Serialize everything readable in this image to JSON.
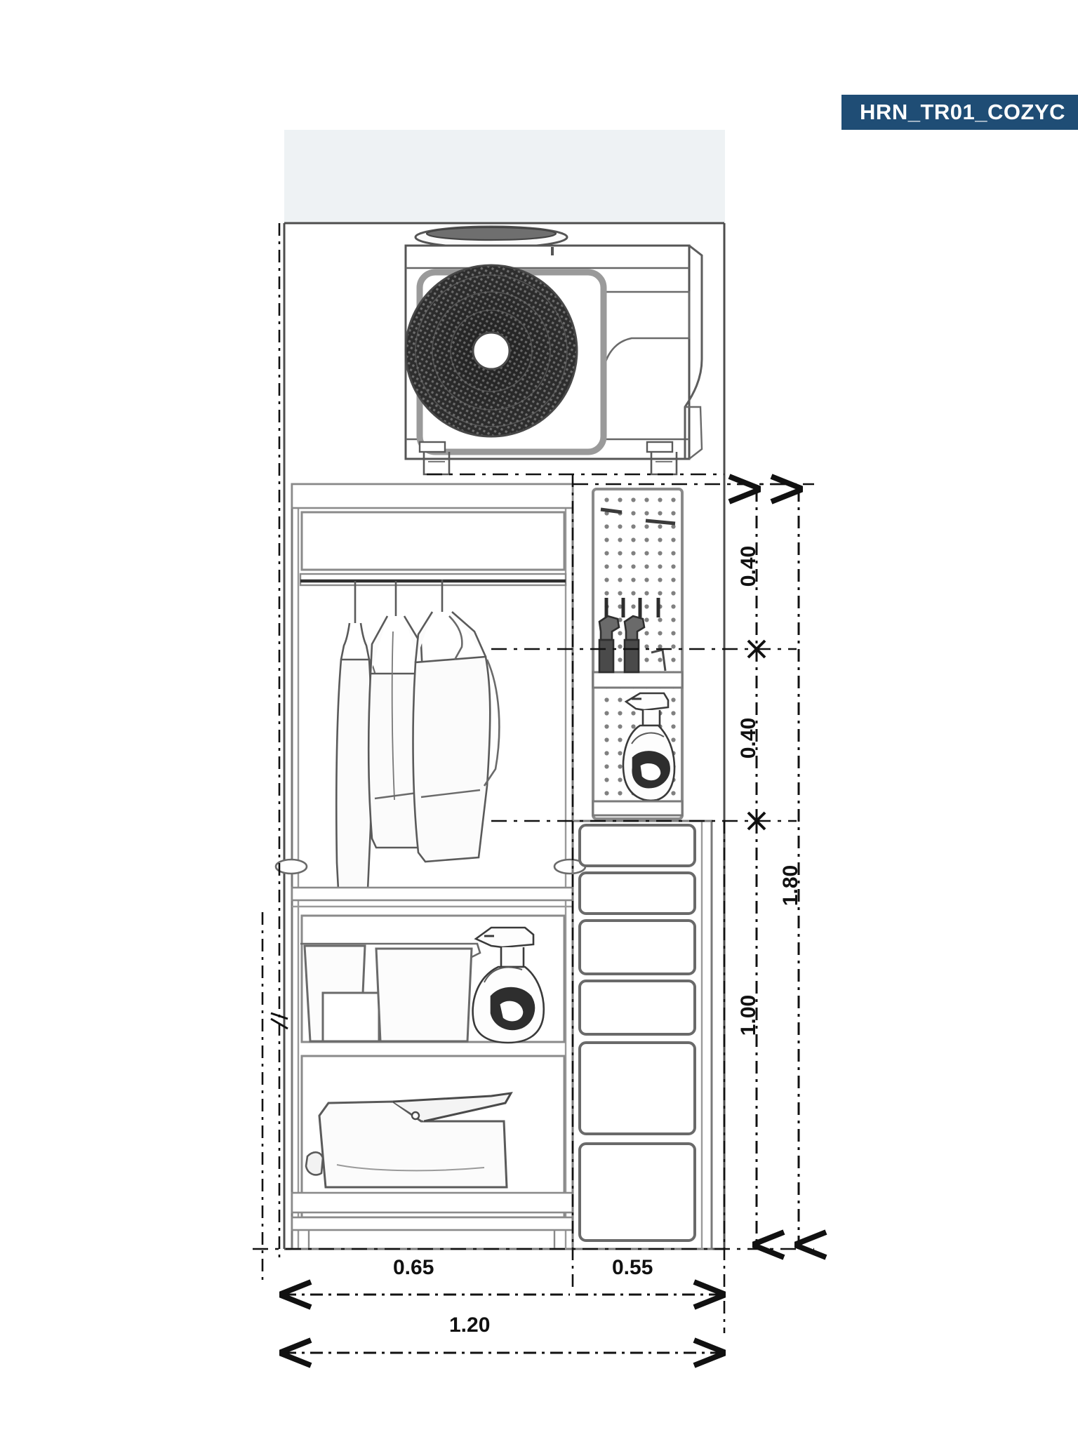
{
  "drawing": {
    "title_tag": "HRN_TR01_COZYC",
    "type": "elevation-section",
    "units": "m",
    "colors": {
      "badge_bg": "#1f4d75",
      "badge_text": "#ffffff",
      "ceiling_band": "#eef2f4",
      "line": "#6e6e6e",
      "dim_line": "#111111",
      "paper": "#ffffff"
    }
  },
  "dimensions": {
    "vertical": [
      {
        "id": "upper-0-40",
        "value": "0.40",
        "label": "0.40"
      },
      {
        "id": "lower-0-40",
        "value": "0.40",
        "label": "0.40"
      },
      {
        "id": "base-1-00",
        "value": "1.00",
        "label": "1.00"
      },
      {
        "id": "overall-1-80",
        "value": "1.80",
        "label": "1.80"
      }
    ],
    "horizontal": [
      {
        "id": "left-bay-0-65",
        "value": "0.65",
        "label": "0.65"
      },
      {
        "id": "right-bay-0-55",
        "value": "0.55",
        "label": "0.55"
      },
      {
        "id": "overall-1-20",
        "value": "1.20",
        "label": "1.20"
      }
    ]
  },
  "components": {
    "hvac_unit": "outdoor-condenser-unit",
    "fan_grille": "circular-fan-grille",
    "upper_shelf": "top-shelf-compartment",
    "hanging_rod": "clothes-hanging-rod",
    "garments": [
      "shirt-on-hanger",
      "jacket-on-hanger",
      "coat-on-hanger"
    ],
    "pegboard": "perforated-pegboard-panel",
    "pegboard_hooks": "pegboard-hooks-row",
    "spray_bottles_shelf": "spray-bottle-shelf",
    "spray_bottle_large": "large-spray-bottle",
    "storage_bins": "storage-bins",
    "cleaning_spray": "cleaning-spray-bottle",
    "laundry_basket": "laundry-basket",
    "drawers_count": 6,
    "drawer_label": "drawer-front"
  }
}
